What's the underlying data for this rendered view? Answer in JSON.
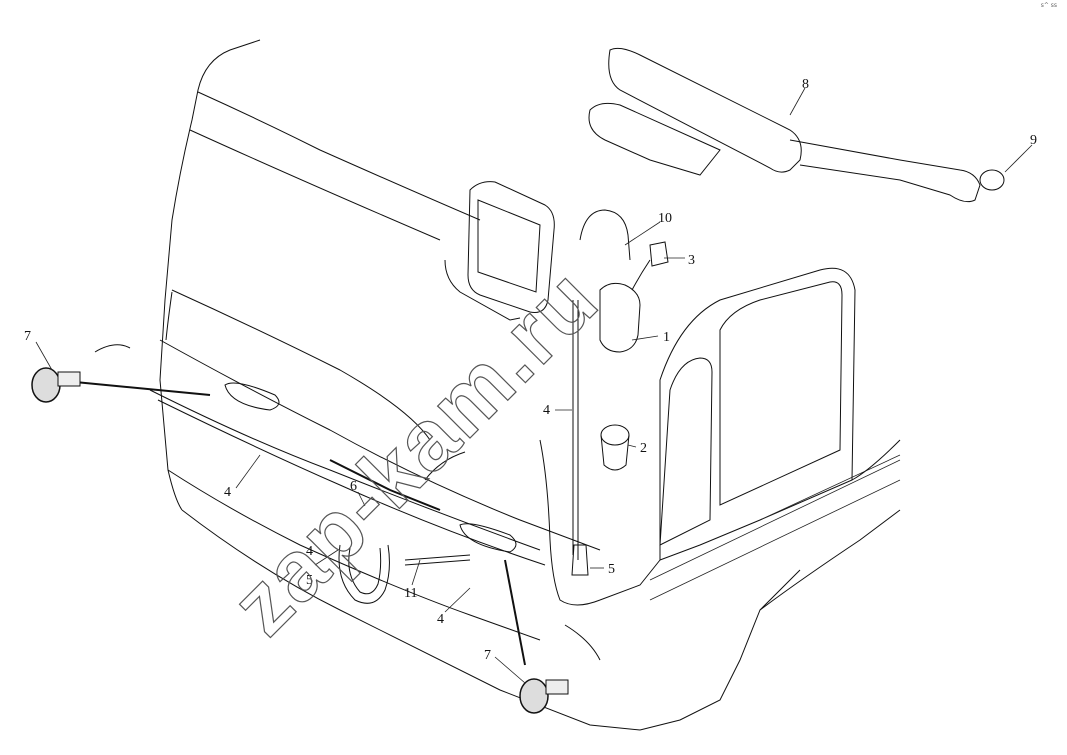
{
  "corner_mark": "s^ ss",
  "watermark": "zap-kam.ru",
  "callouts": [
    {
      "id": "c1",
      "label": "1"
    },
    {
      "id": "c2",
      "label": "2"
    },
    {
      "id": "c3",
      "label": "3"
    },
    {
      "id": "c4a",
      "label": "4"
    },
    {
      "id": "c4b",
      "label": "4"
    },
    {
      "id": "c4c",
      "label": "4"
    },
    {
      "id": "c4d",
      "label": "4"
    },
    {
      "id": "c5a",
      "label": "5"
    },
    {
      "id": "c5b",
      "label": "5"
    },
    {
      "id": "c6",
      "label": "6"
    },
    {
      "id": "c7a",
      "label": "7"
    },
    {
      "id": "c7b",
      "label": "7"
    },
    {
      "id": "c8",
      "label": "8"
    },
    {
      "id": "c9",
      "label": "9"
    },
    {
      "id": "c10",
      "label": "10"
    },
    {
      "id": "c11",
      "label": "11"
    }
  ]
}
